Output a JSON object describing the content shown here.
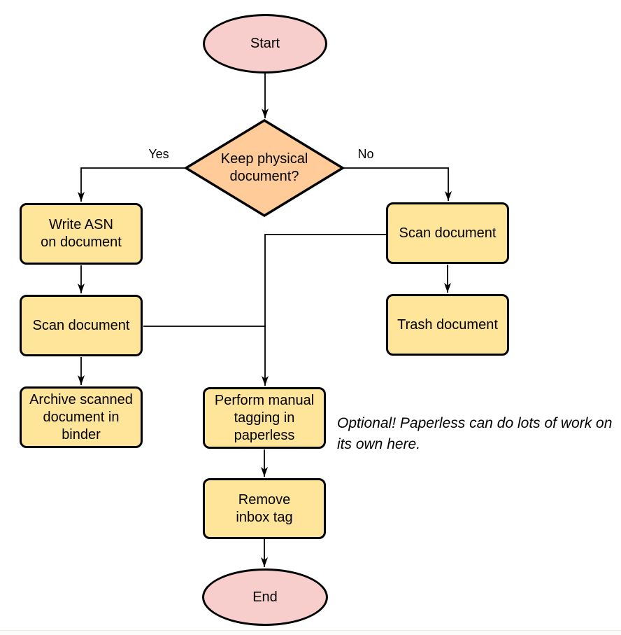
{
  "diagram": {
    "nodes": {
      "start": {
        "type": "terminator",
        "label": "Start"
      },
      "decision": {
        "type": "decision",
        "label": "Keep physical\ndocument?"
      },
      "write_asn": {
        "type": "process",
        "label": "Write ASN\non document"
      },
      "scan_left": {
        "type": "process",
        "label": "Scan document"
      },
      "archive": {
        "type": "process",
        "label": "Archive scanned\ndocument in\nbinder"
      },
      "scan_right": {
        "type": "process",
        "label": "Scan document"
      },
      "trash": {
        "type": "process",
        "label": "Trash document"
      },
      "tagging": {
        "type": "process",
        "label": "Perform manual\ntagging in\npaperless"
      },
      "remove_inbox": {
        "type": "process",
        "label": "Remove\ninbox tag"
      },
      "end": {
        "type": "terminator",
        "label": "End"
      }
    },
    "edge_labels": {
      "yes": "Yes",
      "no": "No"
    },
    "annotation": "Optional! Paperless can do lots of work on\nits own here.",
    "colors": {
      "terminator_fill": "#F8CECC",
      "decision_fill": "#FFCC99",
      "process_fill": "#FFE599",
      "stroke": "#000000",
      "background": "#FFFFFF"
    }
  }
}
